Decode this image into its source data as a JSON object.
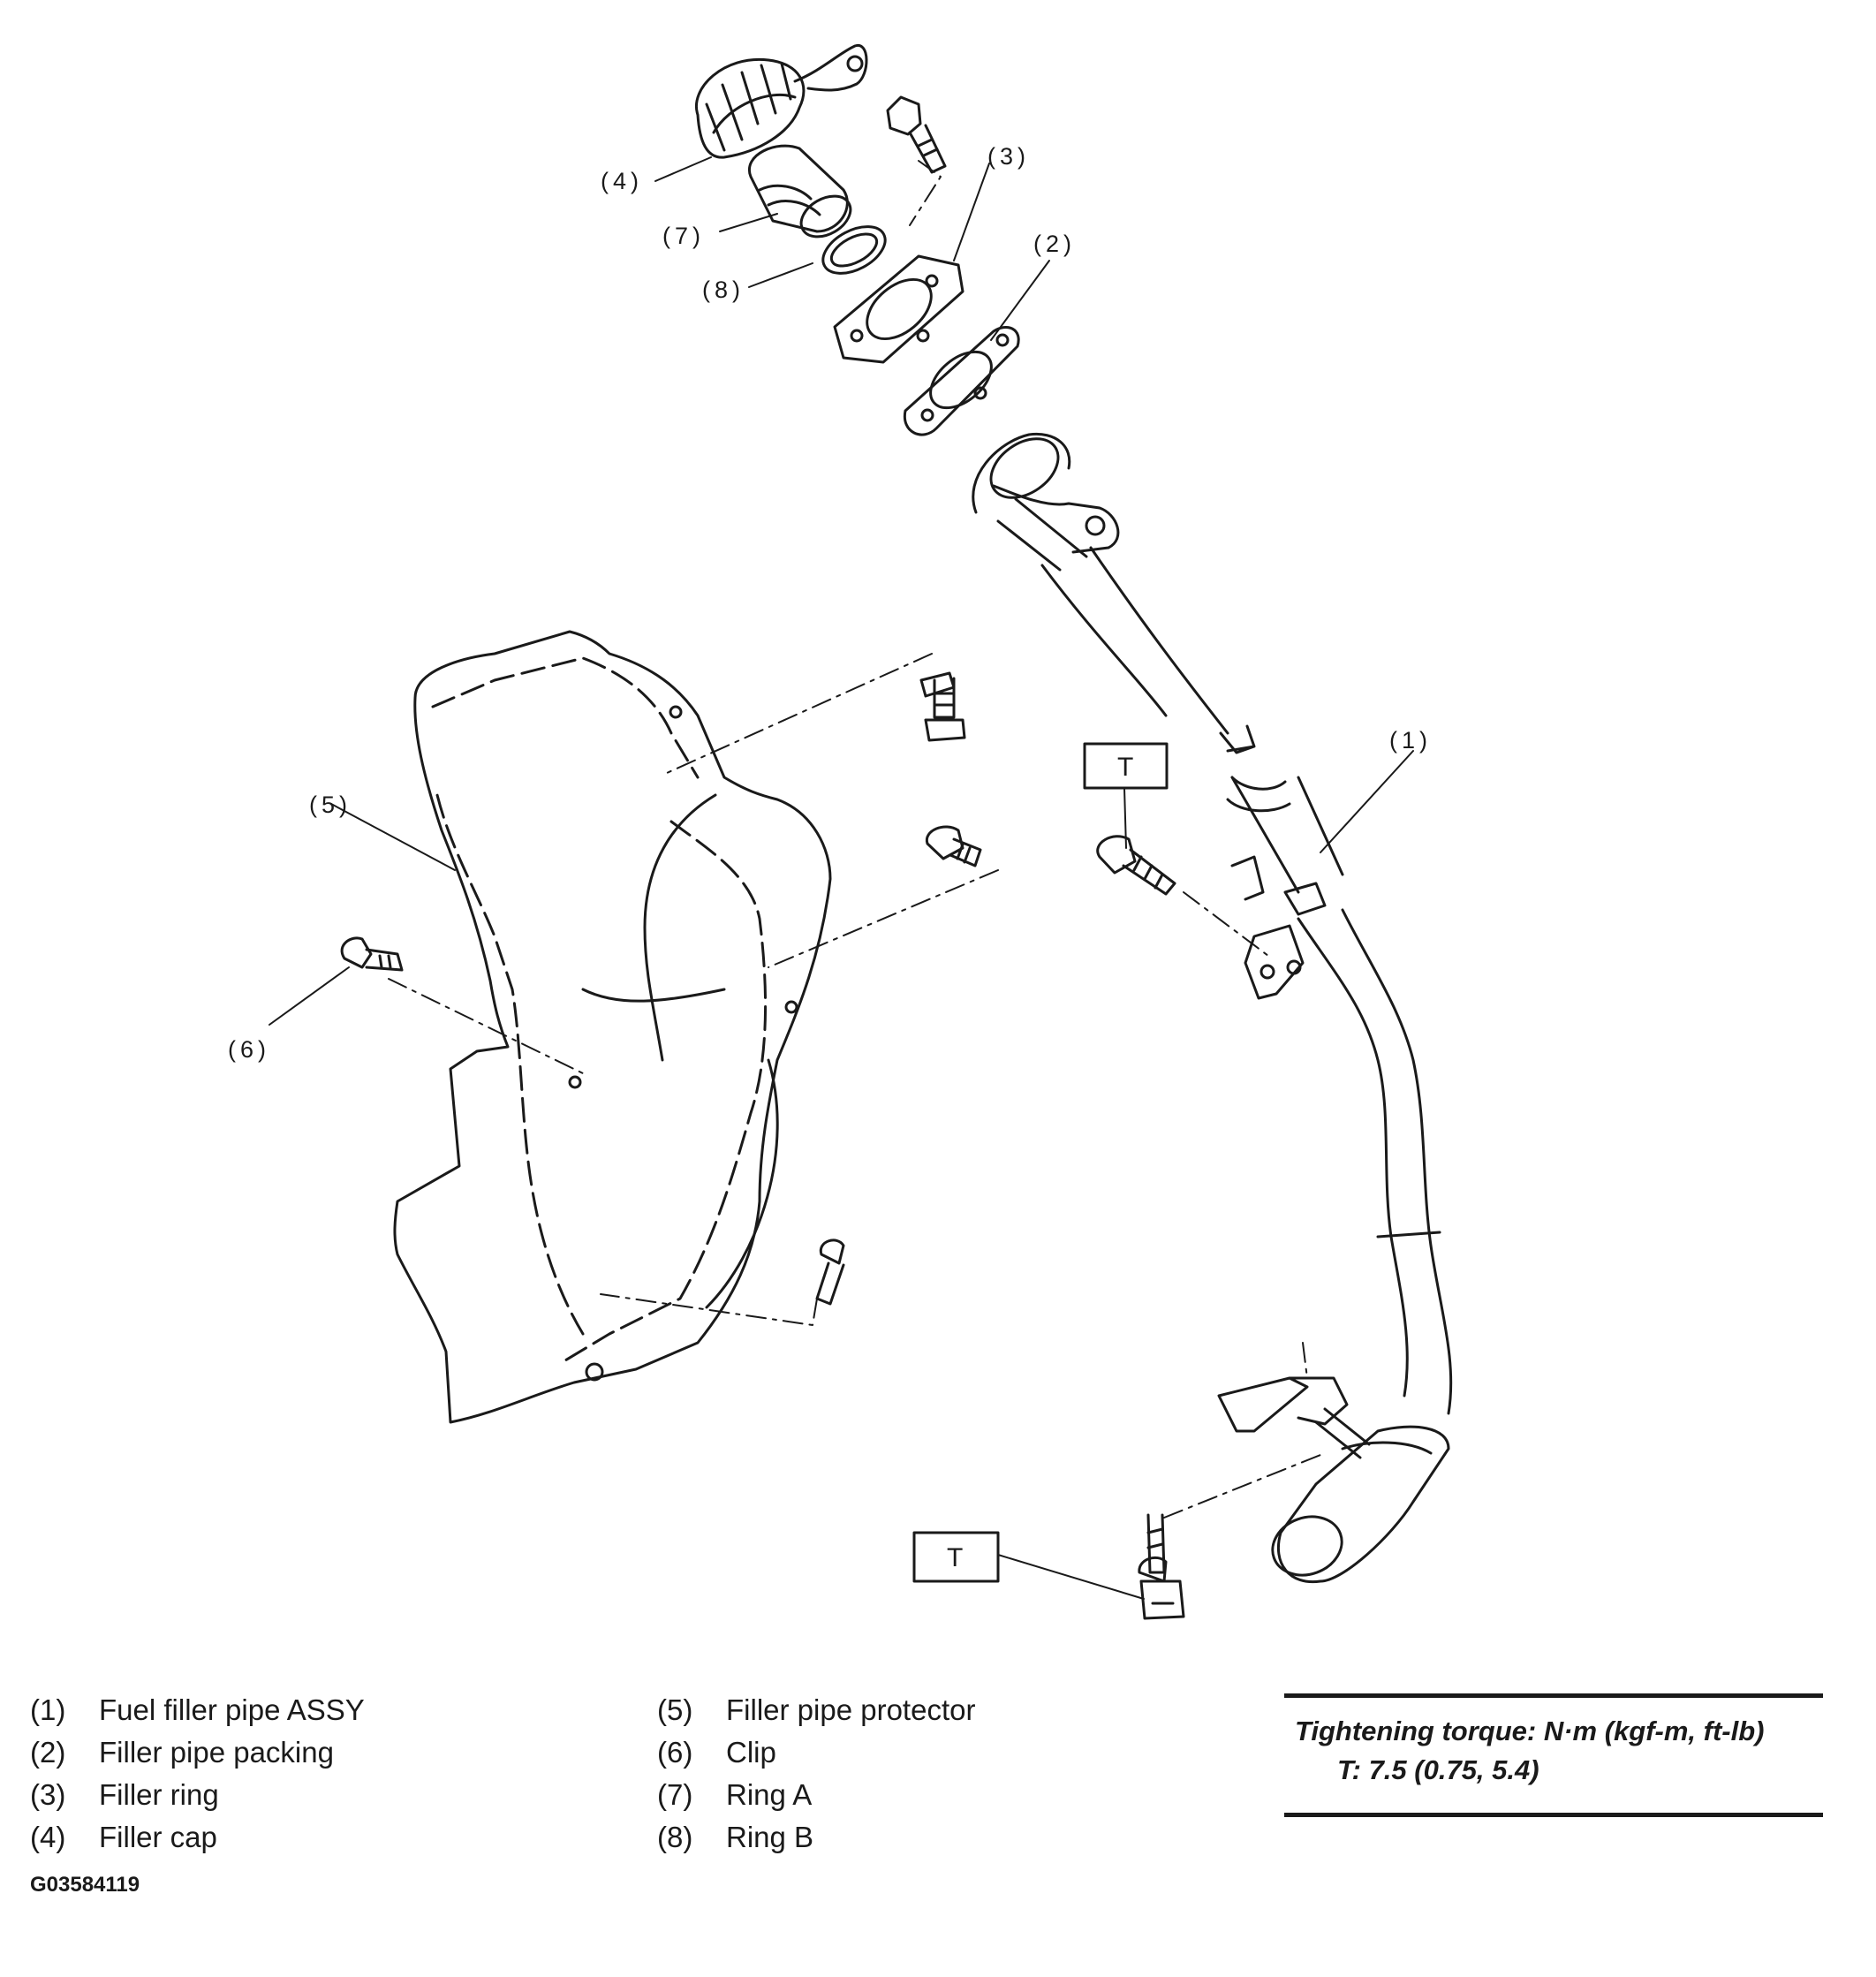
{
  "callouts": {
    "c1": "(1)",
    "c2": "(2)",
    "c3": "(3)",
    "c4": "(4)",
    "c5": "(5)",
    "c6": "(6)",
    "c7": "(7)",
    "c8": "(8)",
    "torque_marker": "T"
  },
  "legend": [
    {
      "num": "(1)",
      "label": "Fuel filler pipe ASSY"
    },
    {
      "num": "(2)",
      "label": "Filler pipe packing"
    },
    {
      "num": "(3)",
      "label": "Filler ring"
    },
    {
      "num": "(4)",
      "label": "Filler cap"
    },
    {
      "num": "(5)",
      "label": "Filler pipe protector"
    },
    {
      "num": "(6)",
      "label": "Clip"
    },
    {
      "num": "(7)",
      "label": "Ring A"
    },
    {
      "num": "(8)",
      "label": "Ring B"
    }
  ],
  "torque": {
    "title": "Tightening torque: N·m (kgf-m, ft-lb)",
    "value": "T: 7.5 (0.75, 5.4)"
  },
  "image_code": "G03584119"
}
